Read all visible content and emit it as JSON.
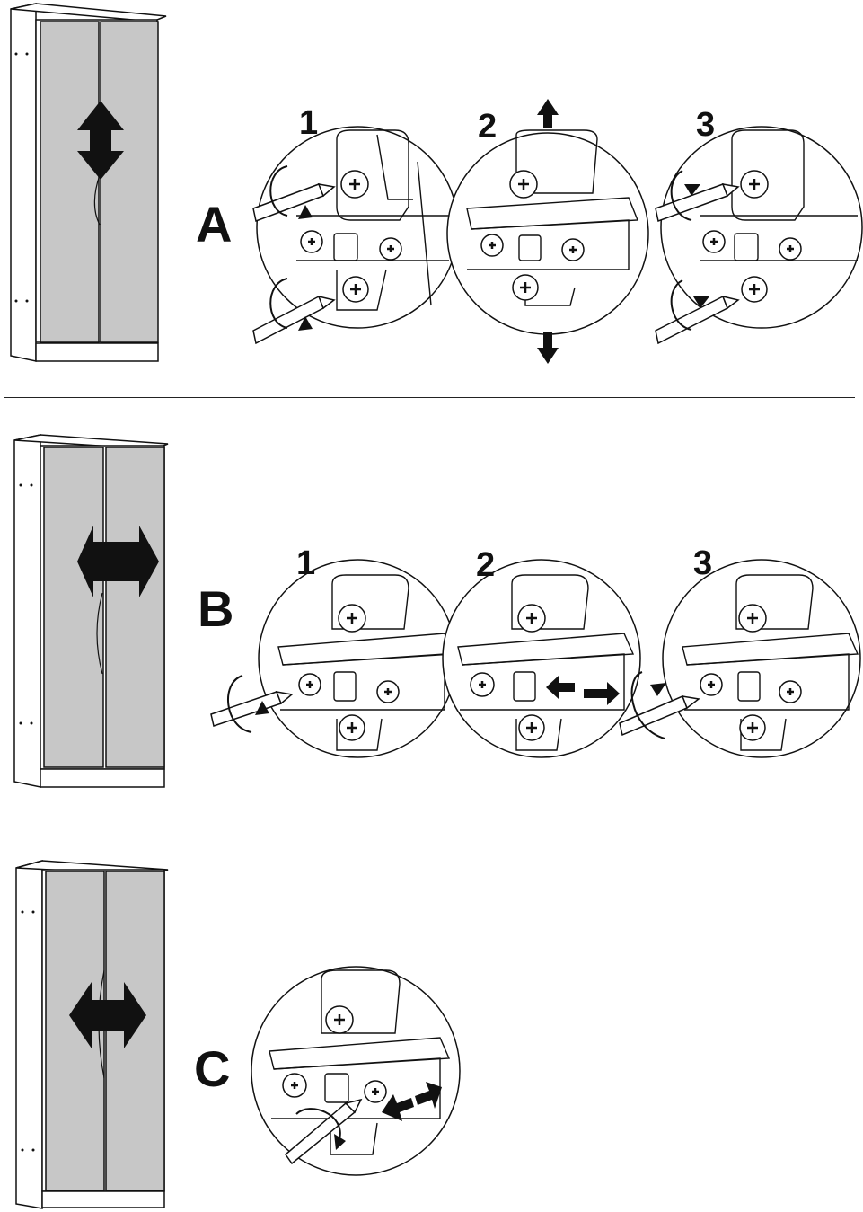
{
  "colors": {
    "door_fill": "#c7c7c7",
    "ink": "#111111",
    "paper": "#ffffff"
  },
  "sections": [
    {
      "letter": "A",
      "direction_arrow": "up-down-arrow-icon",
      "steps": [
        "1",
        "2",
        "3"
      ]
    },
    {
      "letter": "B",
      "direction_arrow": "left-right-arrow-icon",
      "steps": [
        "1",
        "2",
        "3"
      ]
    },
    {
      "letter": "C",
      "direction_arrow": "left-right-arrow-icon",
      "steps": []
    }
  ]
}
